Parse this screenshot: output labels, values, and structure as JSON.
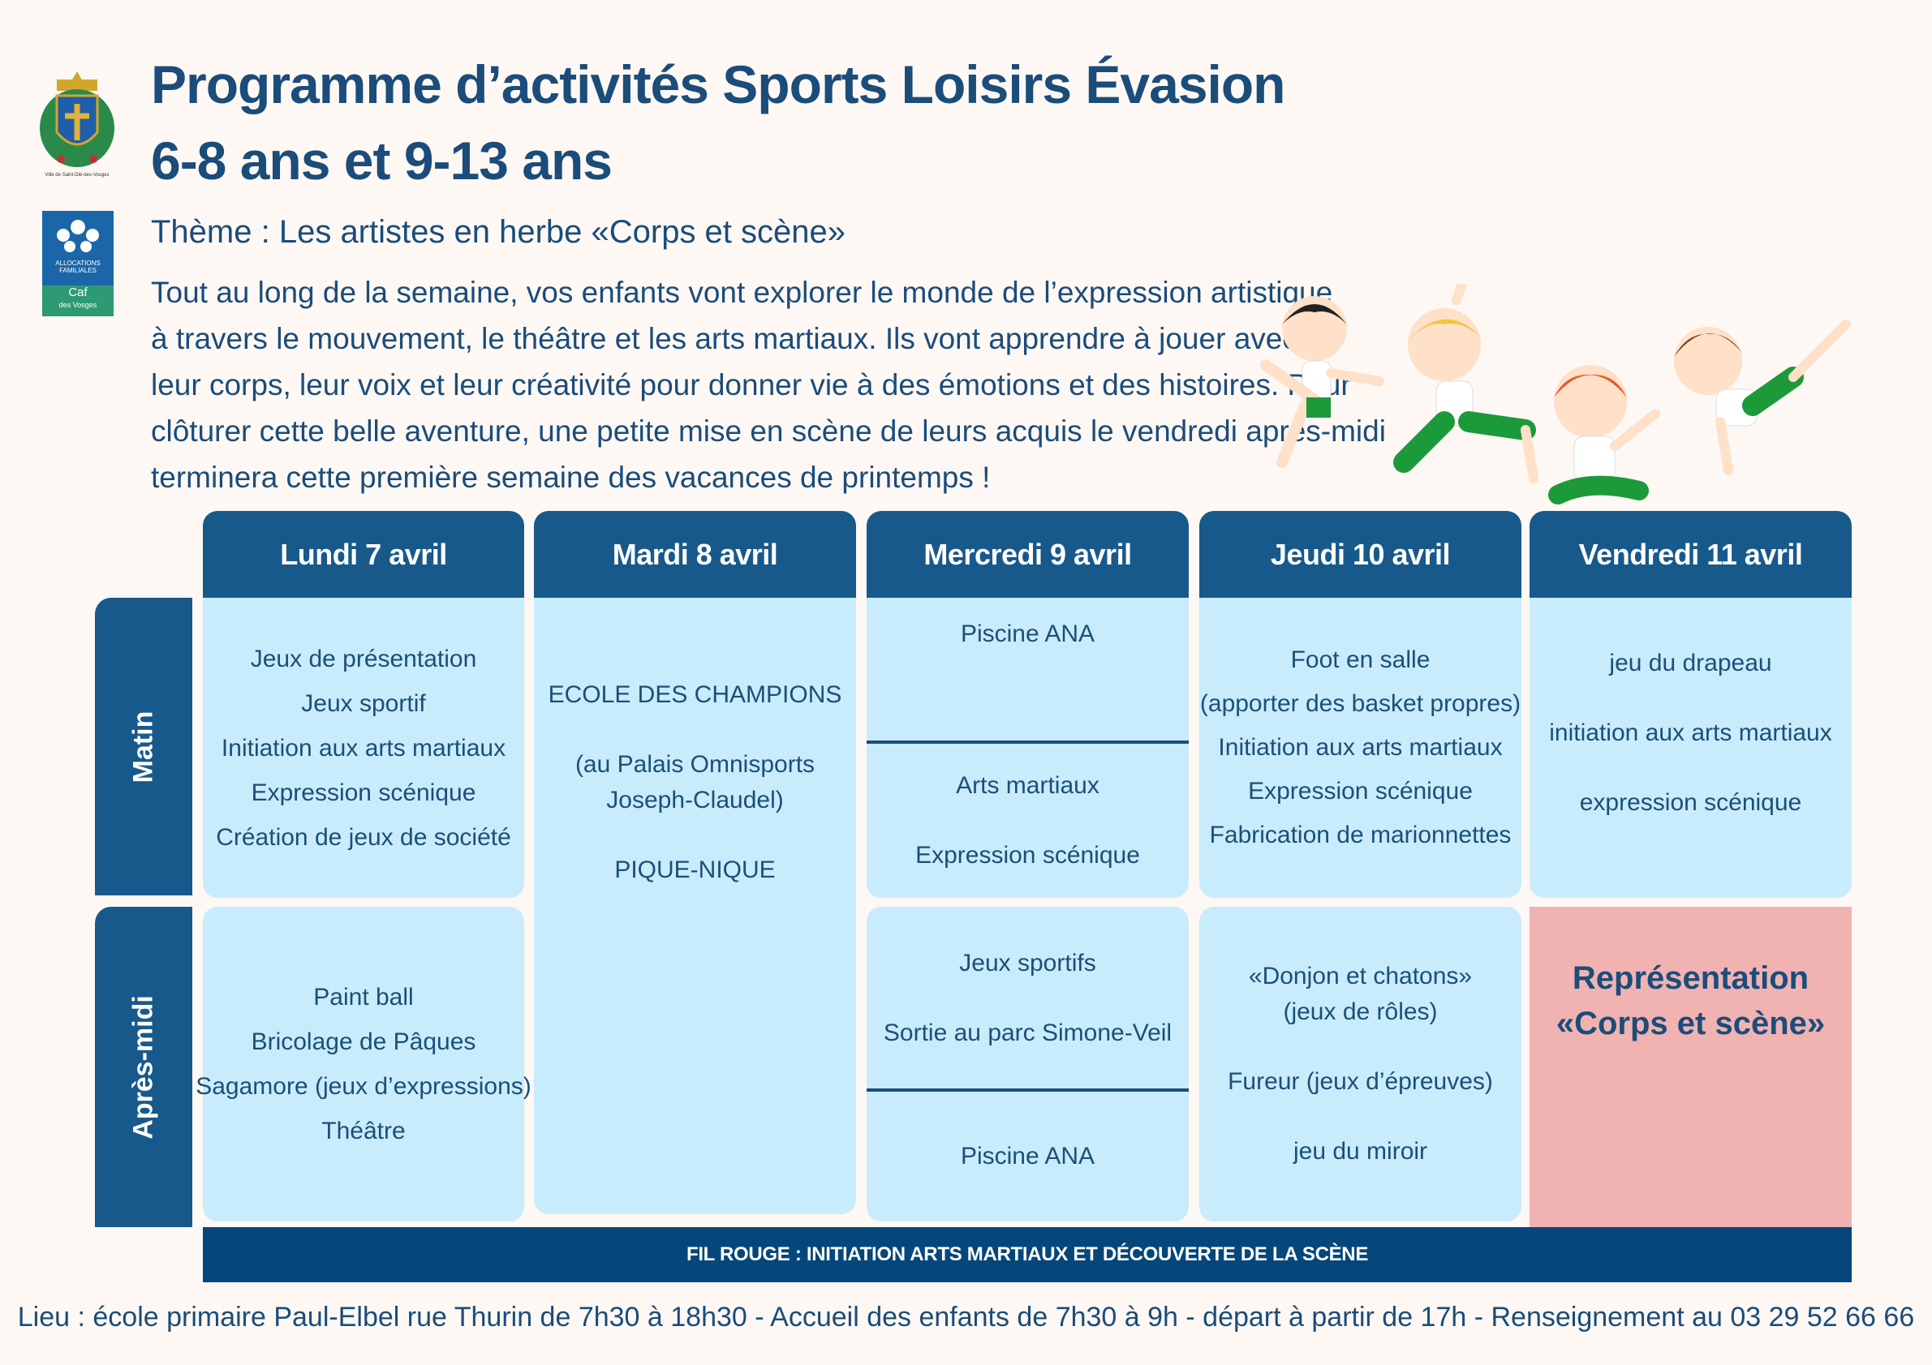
{
  "logos": {
    "crest_caption": "Ville de Saint-Dié-des-Vosges",
    "caf_line1": "ALLOCATIONS FAMILIALES",
    "caf_name": "Caf",
    "caf_region": "des Vosges"
  },
  "header": {
    "title": "Programme d’activités  Sports Loisirs Évasion",
    "subtitle": "6-8 ans et 9-13 ans",
    "theme": "Thème : Les artistes en herbe «Corps et scène»",
    "intro_lines": [
      "Tout au long de la semaine, vos enfants vont explorer le monde de l’expression artistique",
      "à travers le mouvement, le théâtre et les arts martiaux. Ils vont apprendre à jouer avec",
      "leur corps, leur voix et leur créativité pour donner vie à des émotions et des histoires. Pour",
      "clôturer cette belle aventure, une petite mise en scène de leurs acquis le vendredi après-midi",
      "terminera cette première semaine des vacances de printemps !"
    ]
  },
  "periods": {
    "morning": "Matin",
    "afternoon": "Après-midi"
  },
  "days": [
    {
      "label": "Lundi 7 avril"
    },
    {
      "label": "Mardi 8 avril"
    },
    {
      "label": "Mercredi 9 avril"
    },
    {
      "label": "Jeudi 10 avril"
    },
    {
      "label": "Vendredi 11 avril"
    }
  ],
  "schedule": {
    "monday_morning": [
      "Jeux de présentation",
      "Jeux sportif",
      "Initiation aux arts martiaux",
      "Expression scénique",
      "Création de jeux de société"
    ],
    "monday_afternoon": [
      "Paint ball",
      "Bricolage de Pâques",
      "Sagamore (jeux d’expressions)",
      "Théâtre"
    ],
    "tuesday_fullday": [
      "ECOLE DES CHAMPIONS",
      "(au Palais Omnisports",
      "Joseph-Claudel)",
      "PIQUE-NIQUE"
    ],
    "wednesday_morning_1": [
      "Piscine ANA"
    ],
    "wednesday_morning_2": [
      "Arts martiaux",
      "Expression scénique"
    ],
    "wednesday_afternoon_1": [
      "Jeux sportifs",
      "Sortie au parc Simone-Veil"
    ],
    "wednesday_afternoon_2": [
      "Piscine ANA"
    ],
    "thursday_morning": [
      "Foot en salle",
      "(apporter des basket propres)",
      "Initiation aux arts martiaux",
      "Expression scénique",
      "Fabrication de marionnettes"
    ],
    "thursday_afternoon": [
      "«Donjon et chatons»",
      "(jeux de rôles)",
      "Fureur (jeux d’épreuves)",
      "jeu du miroir"
    ],
    "friday_morning": [
      "jeu du drapeau",
      "initiation aux arts martiaux",
      "expression scénique"
    ],
    "friday_afternoon": [
      "Représentation",
      "«Corps et scène»"
    ]
  },
  "fil_rouge": "FIL ROUGE : INITIATION ARTS MARTIAUX ET DÉCOUVERTE DE LA SCÈNE",
  "footer": "Lieu : école primaire Paul-Elbel rue Thurin de 7h30 à 18h30 - Accueil des enfants de 7h30 à 9h - départ à partir de 17h - Renseignement au 03 29 52 66 66",
  "colors": {
    "background": "#fdf8f4",
    "navy": "#18598c",
    "cell": "#c8ecfb",
    "highlight": "#f0b3b2"
  }
}
